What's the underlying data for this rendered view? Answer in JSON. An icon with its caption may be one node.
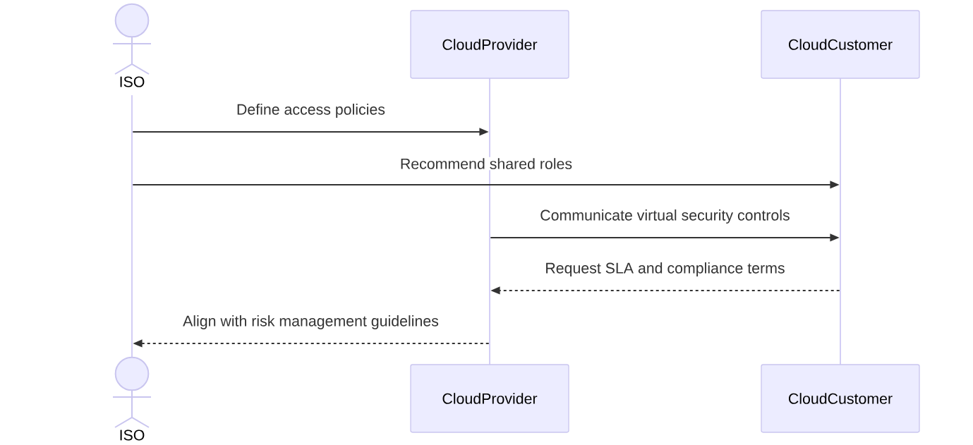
{
  "diagram": {
    "nodes": [
      {
        "text": [
          "ISO"
        ]
      },
      {
        "text": [
          "CloudProvider"
        ]
      },
      {
        "text": [
          "CloudCustomer"
        ]
      },
      {
        "text": [
          "ISO"
        ]
      },
      {
        "text": [
          "CloudProvider"
        ]
      },
      {
        "text": [
          "CloudCustomer"
        ]
      },
      {
        "text": [],
        "shape": "bar"
      },
      {
        "text": [],
        "shape": "bar"
      },
      {
        "text": [],
        "shape": "bar"
      }
    ],
    "edges": [
      {
        "from": 6,
        "to": 7,
        "arrow": "to",
        "label": "Define access policies"
      },
      {
        "from": 6,
        "to": 8,
        "arrow": "to",
        "label": "Recommend shared roles"
      },
      {
        "from": 7,
        "to": 8,
        "arrow": "to",
        "label": "Communicate virtual security controls"
      },
      {
        "from": 8,
        "to": 7,
        "arrow": "to",
        "label": "Request SLA and compliance terms",
        "style": "dashed"
      },
      {
        "from": 7,
        "to": 6,
        "arrow": "to",
        "label": "Align with risk management guidelines",
        "style": "dashed"
      }
    ]
  }
}
